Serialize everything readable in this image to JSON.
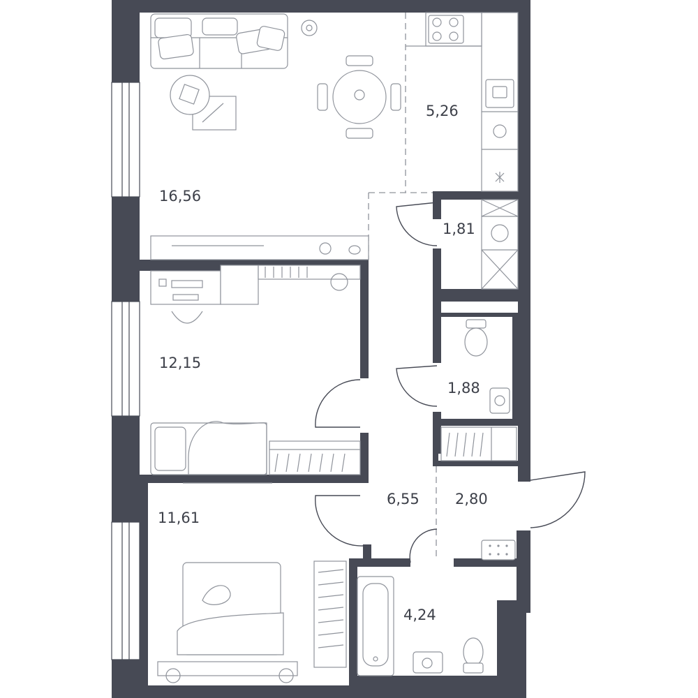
{
  "rooms": {
    "living_kitchen": {
      "area": "16,56"
    },
    "kitchen_zone": {
      "area": "5,26"
    },
    "storage": {
      "area": "1,81"
    },
    "bedroom_1": {
      "area": "12,15"
    },
    "toilet": {
      "area": "1,88"
    },
    "hallway": {
      "area": "6,55"
    },
    "entrance": {
      "area": "2,80"
    },
    "bedroom_2": {
      "area": "11,61"
    },
    "bathroom": {
      "area": "4,24"
    }
  },
  "colors": {
    "wall": "#474a55",
    "furniture": "#8f939b",
    "background": "#ffffff"
  }
}
